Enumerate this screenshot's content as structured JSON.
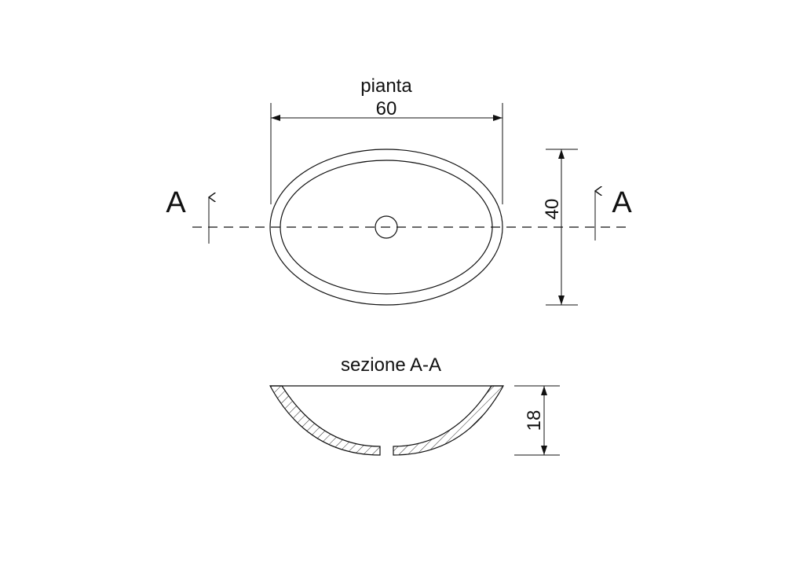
{
  "plan": {
    "title": "pianta",
    "width_label": "60",
    "depth_label": "40",
    "cut_label_left": "A",
    "cut_label_right": "A"
  },
  "section": {
    "title": "sezione A-A",
    "height_label": "18"
  }
}
